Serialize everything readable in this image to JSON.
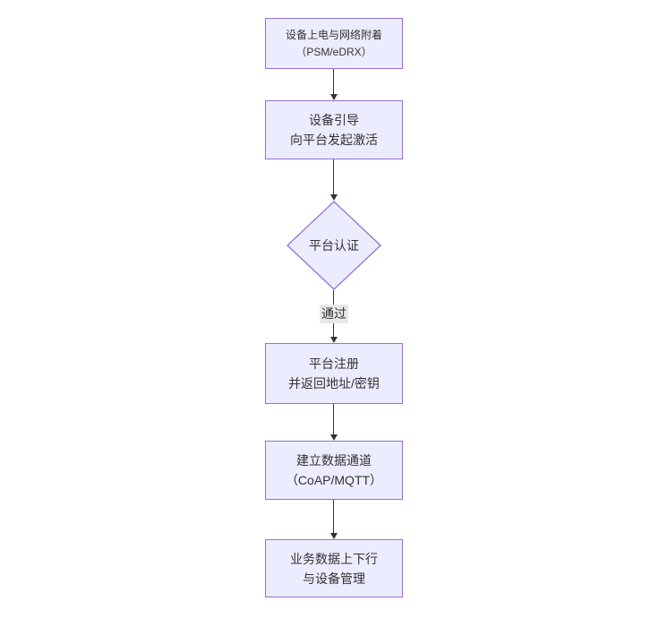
{
  "diagram": {
    "type": "flowchart-top-down",
    "colors": {
      "page_bg": "#ffffff",
      "node_fill": "#ECECFF",
      "node_border": "#9370DB",
      "line_color": "#333333",
      "text_color": "#333333",
      "edge_label_bg": "#e8e8e8"
    },
    "nodes": {
      "power_attach": {
        "type": "rect",
        "line1": "设备上电与网络附着",
        "line2": "（PSM/eDRX）"
      },
      "bootstrap": {
        "type": "rect",
        "line1": "设备引导",
        "line2": "向平台发起激活"
      },
      "auth": {
        "type": "diamond",
        "label": "平台认证"
      },
      "register": {
        "type": "rect",
        "line1": "平台注册",
        "line2": "并返回地址/密钥"
      },
      "channel": {
        "type": "rect",
        "line1": "建立数据通道",
        "line2": "（CoAP/MQTT）"
      },
      "business": {
        "type": "rect",
        "line1": "业务数据上下行",
        "line2": "与设备管理"
      }
    },
    "edges": {
      "auth_pass_label": "通过"
    }
  }
}
